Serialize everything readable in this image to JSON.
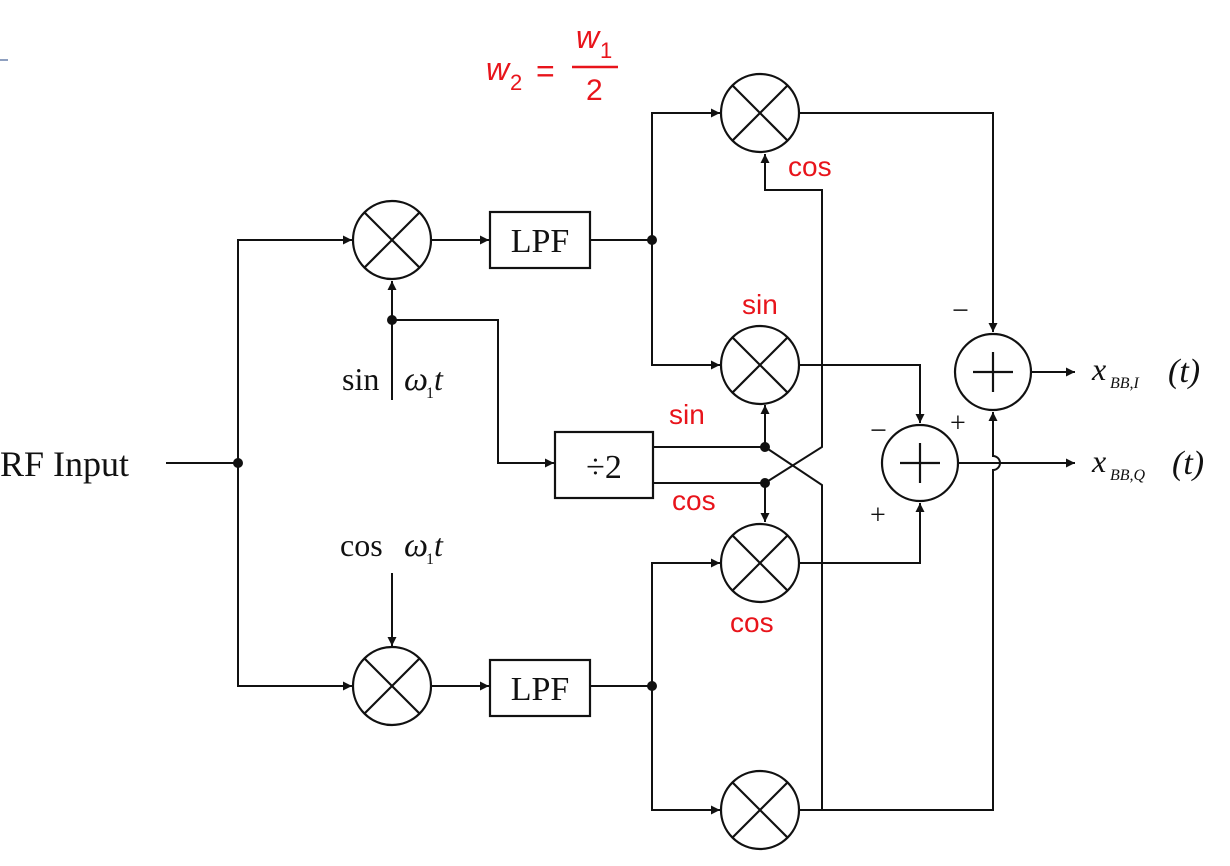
{
  "equation": {
    "lhs": "w",
    "lhs_sub": "2",
    "equals": "=",
    "num": "w",
    "num_sub": "1",
    "den": "2"
  },
  "input_label": "RF Input",
  "blocks": {
    "lpf_top": "LPF",
    "lpf_bottom": "LPF",
    "divider": "÷2"
  },
  "lo_labels": {
    "sin_prefix": "sin",
    "cos_prefix": "cos",
    "omega": "ω",
    "omega_sub": "1",
    "t": "t"
  },
  "red_labels": {
    "cos_top": "cos",
    "sin_mid": "sin",
    "sin_div": "sin",
    "cos_div": "cos",
    "cos_lower": "cos"
  },
  "signs": {
    "top_adder_minus": "−",
    "top_adder_plus": "+",
    "bottom_adder_minus": "−",
    "bottom_adder_plus": "+"
  },
  "outputs": {
    "i_main": "x",
    "i_sub": "BB,I",
    "i_arg": "(t)",
    "q_main": "x",
    "q_sub": "BB,Q",
    "q_arg": "(t)"
  },
  "colors": {
    "annotation": "#e8141b",
    "line": "#111111"
  }
}
